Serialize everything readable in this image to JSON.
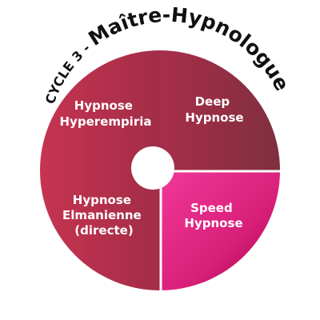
{
  "title": {
    "prefix": "CYCLE 3 - ",
    "main": "Maître-Hypnologue"
  },
  "segments": [
    {
      "id": "hyperempiria",
      "lines": [
        "Hypnose",
        "Hyperempiria"
      ],
      "color_start": "#c33249",
      "color_end": "#a52e48"
    },
    {
      "id": "deep",
      "lines": [
        "Deep",
        "Hypnose"
      ],
      "color_start": "#a52e48",
      "color_end": "#82303f"
    },
    {
      "id": "speed",
      "lines": [
        "Speed",
        "Hypnose"
      ],
      "color_start": "#ee3591",
      "color_end": "#a8004e",
      "highlight": true
    },
    {
      "id": "elmanienne",
      "lines": [
        "Hypnose",
        "Elmanienne",
        "(directe)"
      ],
      "color_start": "#c33249",
      "color_end": "#a72e48"
    }
  ]
}
